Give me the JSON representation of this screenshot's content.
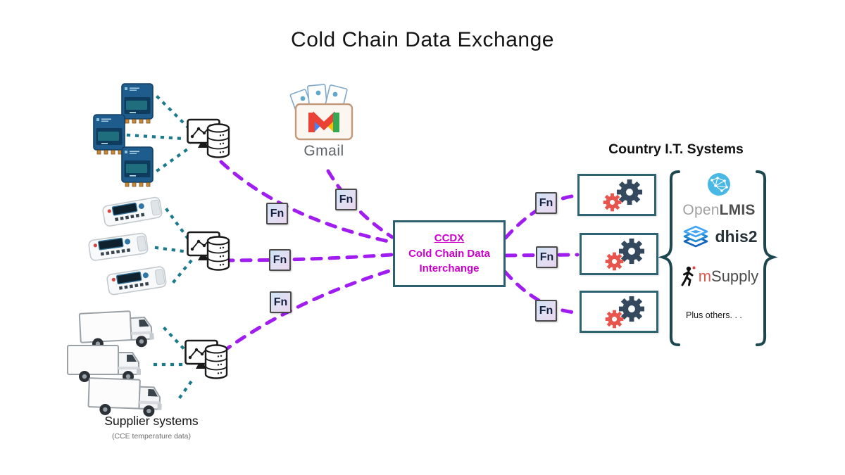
{
  "diagram": {
    "title": "Cold Chain Data Exchange",
    "supplier_label": "Supplier systems",
    "supplier_sublabel": "(CCE temperature data)",
    "gmail_label": "Gmail",
    "fn_label": "Fn",
    "ccdx": {
      "acronym": "CCDX",
      "name_line1": "Cold Chain Data",
      "name_line2": "Interchange"
    },
    "country_heading": "Country I.T. Systems",
    "logos": {
      "openlmis_part1": "Open",
      "openlmis_part2": "LMIS",
      "dhis2": "dhis2",
      "msupply_part1": "m",
      "msupply_part2": "Supply",
      "others": "Plus others. . ."
    },
    "colors": {
      "connector_purple": "#A01CF0",
      "connector_teal_dots": "#1B7A8C",
      "box_border_teal": "#2E6374",
      "ccdx_text_magenta": "#CC00CC",
      "gear_navy": "#34495E",
      "gear_red": "#E8554C",
      "brace_dark_teal": "#1C474F",
      "gmail_red": "#EA4335",
      "gmail_green": "#34A853",
      "gmail_blue": "#4285F4",
      "gmail_yellow": "#FBBC04",
      "openlmis_globe_blue": "#49B8E5",
      "dhis2_blue": "#1E88D2"
    }
  }
}
